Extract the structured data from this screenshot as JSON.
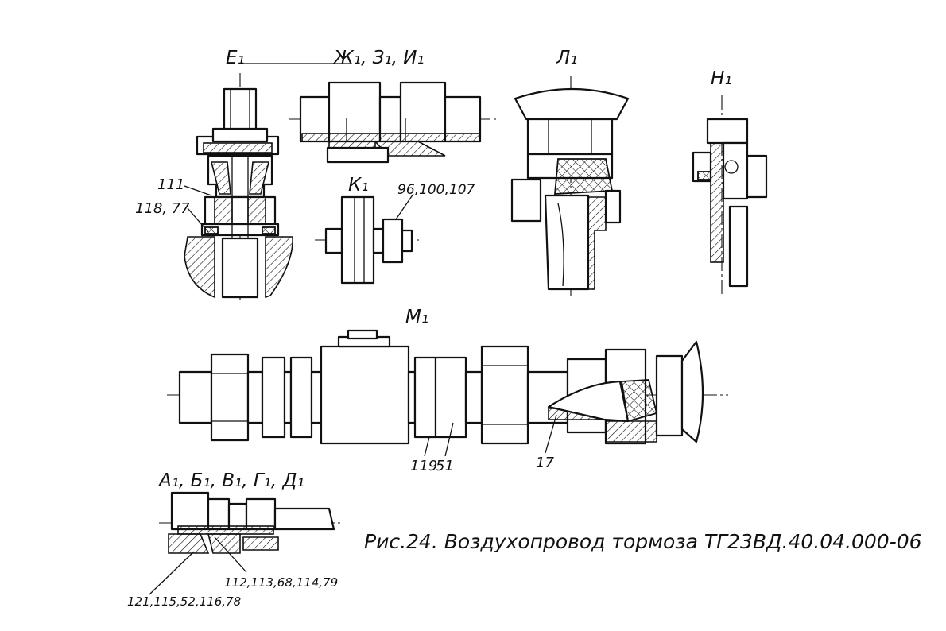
{
  "views": {
    "e1": "Е₁",
    "zh1": "Ж₁,  З₁, И₁",
    "l1": "Л₁",
    "n1": "Н₁",
    "k1": "К₁",
    "m1": "М₁",
    "a1": "А₁, Б₁, В₁, Г₁, Д₁"
  },
  "callouts": {
    "c111": "111",
    "c118_77": "118, 77",
    "c96": "96,100,107",
    "c119": "119",
    "c51": "51",
    "c17": "17",
    "c121": "121,115,52,116,78",
    "c112": "112,113,68,114,79"
  },
  "caption": "Рис.24.  Воздухопровод  тормоза  ТГ23ВД.40.04.000-06"
}
